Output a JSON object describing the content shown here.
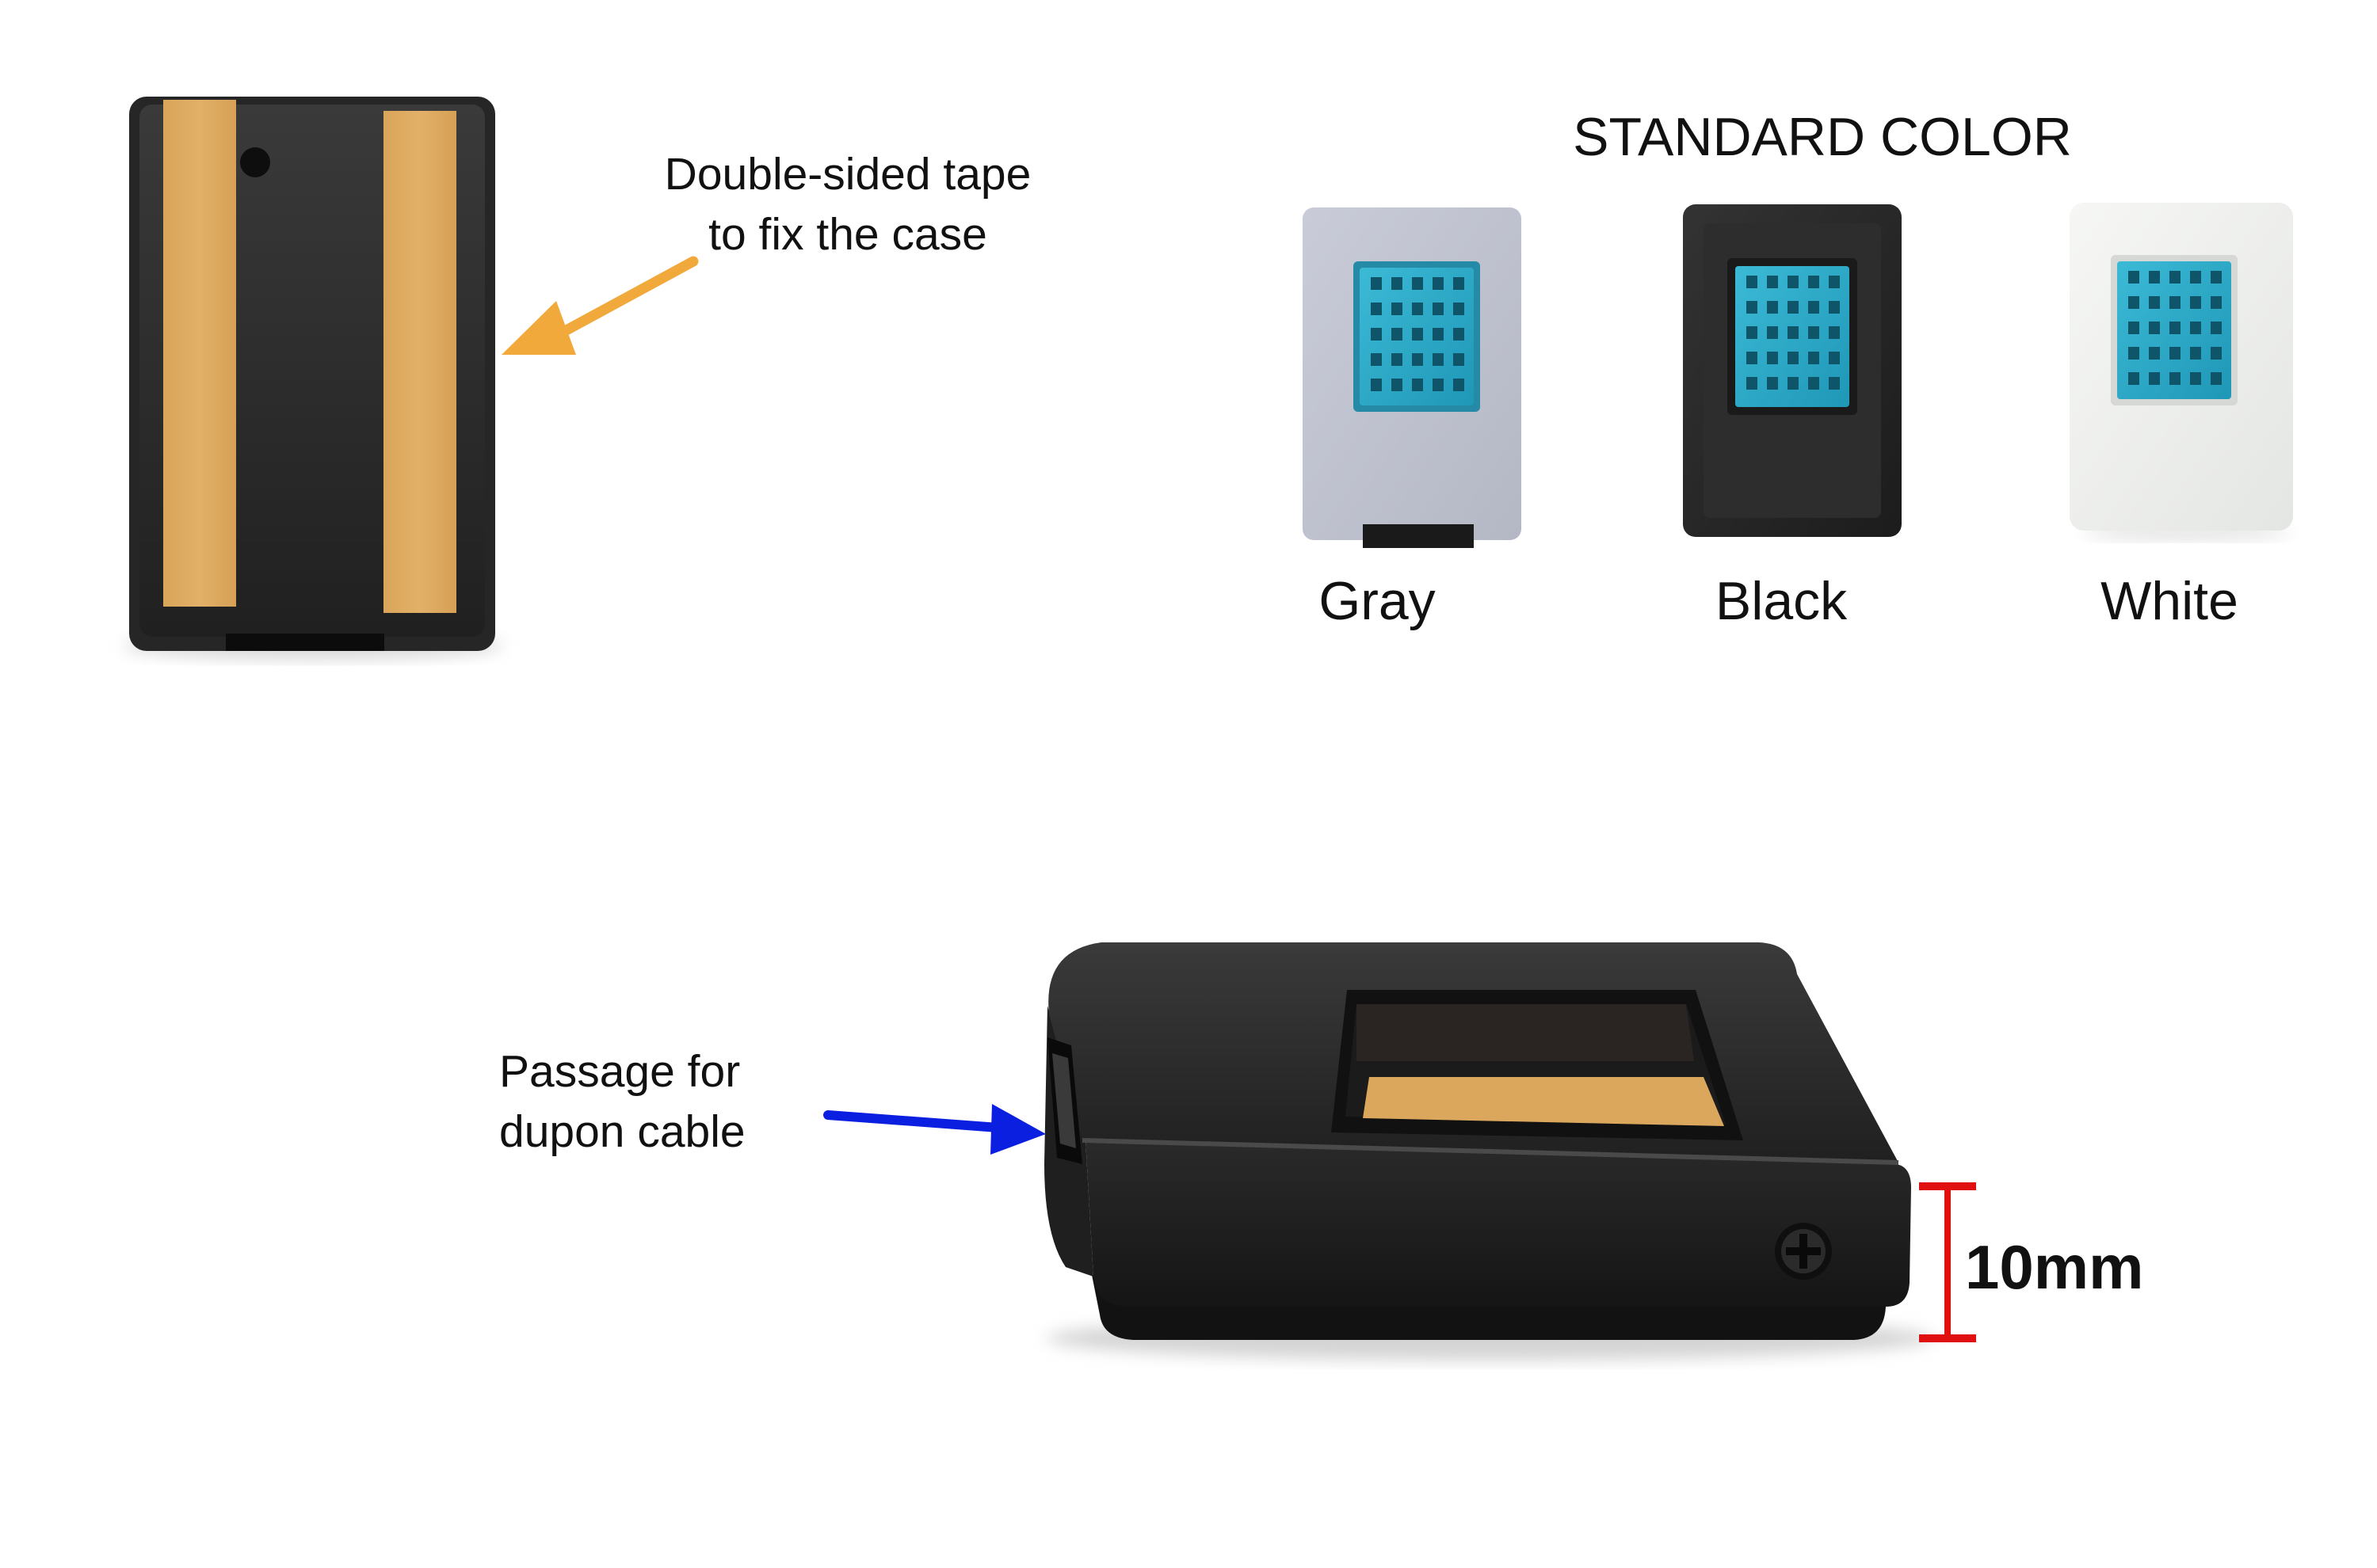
{
  "callouts": {
    "tape": {
      "line1": "Double-sided tape",
      "line2": "to fix the case",
      "arrow_color": "#f2a93b"
    },
    "passage": {
      "line1": "Passage for",
      "line2": "dupon cable",
      "arrow_color": "#0b1fe0"
    },
    "dimension": {
      "text": "10mm",
      "marker_color": "#e01010"
    }
  },
  "standard_color": {
    "title": "STANDARD COLOR",
    "variants": [
      {
        "name": "Gray",
        "case_color": "#c0c3cf"
      },
      {
        "name": "Black",
        "case_color": "#262626"
      },
      {
        "name": "White",
        "case_color": "#eff0ee"
      }
    ]
  },
  "colors": {
    "case_black": "#2b2b2b",
    "tape_yellow": "#ddaa5f",
    "sensor_blue": "#29a9c6"
  }
}
